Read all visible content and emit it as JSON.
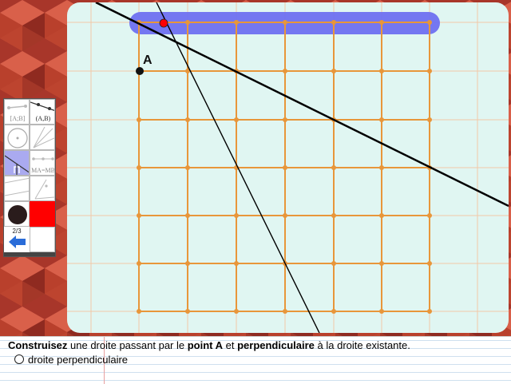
{
  "canvas": {
    "point_a_label": "A"
  },
  "toolbar": {
    "tools": [
      {
        "name": "segment-tool",
        "label": "[A;B]",
        "selected": false
      },
      {
        "name": "line-tool",
        "label": "(A,B)",
        "selected": false
      },
      {
        "name": "circle-tool",
        "label": "",
        "selected": false
      },
      {
        "name": "ray-tool",
        "label": "",
        "selected": false
      },
      {
        "name": "perpendicular-tool",
        "label": "",
        "selected": true
      },
      {
        "name": "midpoint-tool",
        "label": "MA=MB",
        "selected": false
      },
      {
        "name": "parallel-tool",
        "label": "",
        "selected": false
      },
      {
        "name": "angle-tool",
        "label": "",
        "selected": false
      }
    ],
    "colors": {
      "black": "#2a1c1c",
      "red": "#ff0000",
      "white": "#ffffff"
    },
    "page_indicator": "2/3",
    "back_icon": "back-arrow-icon"
  },
  "instruction": {
    "part1": "Construisez",
    "part2": " une droite passant par le ",
    "part3": "point A",
    "part4": " et ",
    "part5": "perpendiculaire",
    "part6": " à la droite existante.",
    "option_label": "droite perpendiculaire"
  },
  "colors": {
    "canvas_bg": "#e0f6f2",
    "grid_orange": "#e8963a",
    "highlight_bar": "#6e70f0",
    "background_tile": "#b9402c"
  }
}
